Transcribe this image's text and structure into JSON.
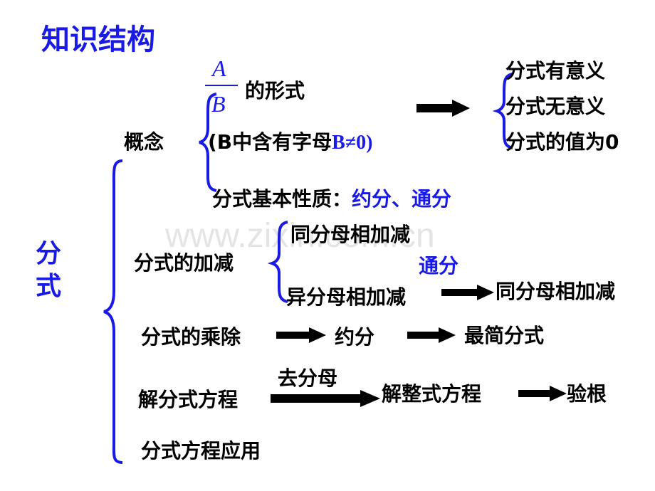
{
  "title": "知识结构",
  "root": "分式",
  "concept": {
    "label": "概念",
    "fraction_num": "A",
    "fraction_den": "B",
    "form_text": "的形式",
    "cond_prefix": "(B中含有字母",
    "cond_blue": "B≠0)",
    "results": [
      "分式有意义",
      "分式无意义",
      "分式的值为0"
    ]
  },
  "property": {
    "label": "分式基本性质：",
    "value": "约分、通分"
  },
  "addsub": {
    "label": "分式的加减",
    "same": "同分母相加减",
    "diff": "异分母相加减",
    "via": "通分",
    "result": "同分母相加减"
  },
  "muldiv": {
    "label": "分式的乘除",
    "step1": "约分",
    "step2": "最简分式"
  },
  "equation": {
    "label": "解分式方程",
    "step_over": "去分母",
    "step1": "解整式方程",
    "step2": "验根"
  },
  "application": {
    "label": "分式方程应用"
  },
  "watermark": "www.zixin.com.cn",
  "colors": {
    "accent_blue": "#1a1ae6",
    "text": "#000000"
  }
}
